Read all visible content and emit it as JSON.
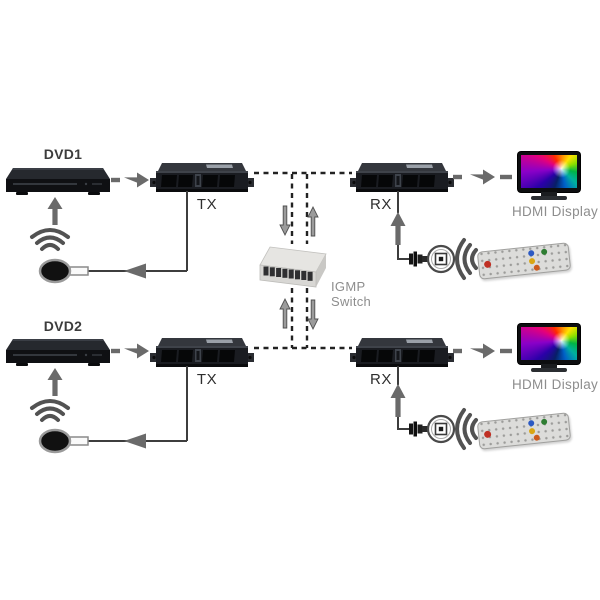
{
  "diagram": {
    "colors": {
      "device_black": "#17191d",
      "arrow_gray": "#6a6a6a",
      "dashed_line": "#222222",
      "label_dark": "#3c3c3c",
      "label_gray": "#8d8d8d",
      "switch_body": "#dddcd9"
    },
    "sources": {
      "dvd1": {
        "label": "DVD1"
      },
      "dvd2": {
        "label": "DVD2"
      }
    },
    "transmitters": {
      "tx_top": {
        "label": "TX"
      },
      "tx_bottom": {
        "label": "TX"
      }
    },
    "receivers": {
      "rx_top": {
        "label": "RX"
      },
      "rx_bottom": {
        "label": "RX"
      }
    },
    "switch": {
      "line1": "IGMP",
      "line2": "Switch"
    },
    "displays": {
      "top": {
        "label": "HDMI Display"
      },
      "bottom": {
        "label": "HDMI Display"
      }
    }
  }
}
